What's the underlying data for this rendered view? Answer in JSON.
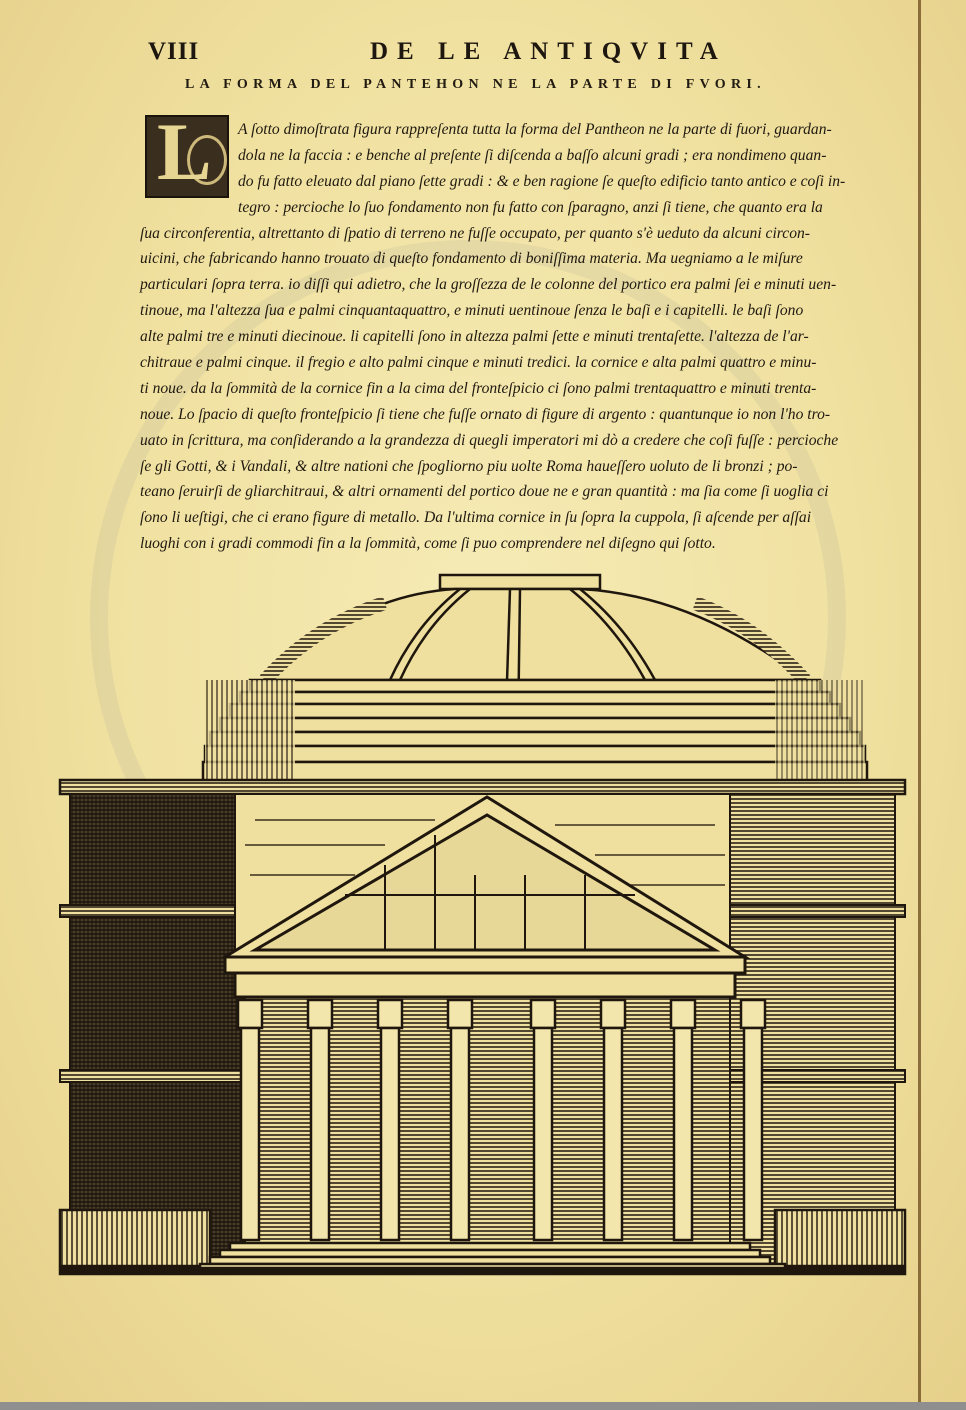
{
  "page": {
    "folio": "VIII",
    "book_title": "DE LE ANTIQVITA",
    "chapter_title": "LA FORMA DEL PANTEHON NE LA PARTE DI FVORI.",
    "drop_cap": "L",
    "text_lines": [
      "A ſotto dimoſtrata figura rappreſenta tutta la forma del Pantheon ne la parte di fuori, guardan-",
      "dola ne la faccia : e benche al preſente ſi diſcenda a baſſo alcuni gradi ; era nondimeno quan-",
      "do fu fatto eleuato dal piano ſette gradi : & e ben ragione ſe queſto edificio tanto antico e coſi in-",
      "tegro : percioche lo ſuo fondamento non fu fatto con ſparagno, anzi ſi tiene, che quanto era la",
      "ſua circonferentia, altrettanto di ſpatio di terreno ne fuſſe occupato, per quanto s'è ueduto da alcuni circon-",
      "uicini, che fabricando hanno trouato di queſto fondamento di boniſſima materia. Ma uegniamo a le miſure",
      "particulari ſopra terra. io diſſi qui adietro, che la groſſezza de le colonne del portico era palmi ſei e minuti uen-",
      "tinoue, ma l'altezza ſua e palmi cinquantaquattro, e minuti uentinoue ſenza le baſi e i capitelli. le baſi ſono",
      "alte palmi tre e minuti diecinoue. li capitelli ſono in altezza palmi ſette e minuti trentaſette. l'altezza de l'ar-",
      "chitraue e palmi cinque. il fregio e alto palmi cinque e minuti tredici. la cornice e alta palmi quattro e minu-",
      "ti noue. da la ſommità de la cornice fin a la cima del fronteſpicio ci ſono palmi trentaquattro e minuti trenta-",
      "noue. Lo ſpacio di queſto fronteſpicio ſi tiene che fuſſe ornato di figure di argento : quantunque io non l'ho tro-",
      "uato in ſcrittura, ma conſiderando a la grandezza di quegli imperatori mi dò a credere che coſi fuſſe : percioche",
      "ſe gli Gotti, & i Vandali, & altre nationi che ſpogliorno piu uolte Roma haueſſero uoluto de li bronzi ; po-",
      "teano ſeruirſi de gliarchitraui, & altri ornamenti del portico doue ne e gran quantità : ma ſia come ſi uoglia ci",
      "ſono li ueſtigi, che ci erano figure di metallo. Da l'ultima cornice in ſu ſopra la cuppola, ſi aſcende per aſſai",
      "luoghi con i gradi commodi fin a la ſommità, come ſi puo comprendere nel diſegno qui ſotto."
    ],
    "illustration": {
      "subject": "Woodcut elevation of the Pantheon exterior: stepped dome with oculus and ladders, pedimented portico with eight Corinthian columns, flanking drum walls, front steps",
      "column_count": 8
    }
  },
  "colors": {
    "paper": "#f2e4a6",
    "ink": "#1f1910",
    "bottom_bar": "#8f8f8f"
  }
}
